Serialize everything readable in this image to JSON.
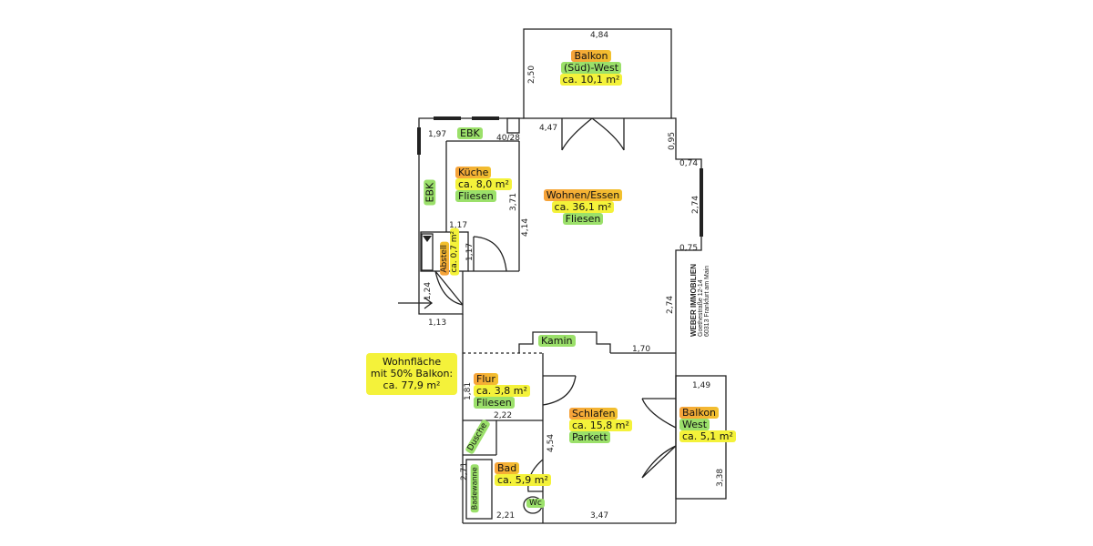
{
  "rooms": {
    "balkon_sued_west": {
      "name": "Balkon",
      "sub": "(Süd)-West",
      "area": "ca. 10,1 m²"
    },
    "kueche": {
      "name": "Küche",
      "area": "ca. 8,0 m²",
      "floor": "Fliesen",
      "ebk_top": "EBK",
      "ebk_side": "EBK"
    },
    "wohnen": {
      "name": "Wohnen/Essen",
      "area": "ca. 36,1 m²",
      "floor": "Fliesen"
    },
    "abstell": {
      "name": "Abstell",
      "area": "ca. 0,7 m²"
    },
    "flur": {
      "name": "Flur",
      "area": "ca. 3,8 m²",
      "floor": "Fliesen"
    },
    "schlafen": {
      "name": "Schlafen",
      "area": "ca. 15,8 m²",
      "floor": "Parkett"
    },
    "balkon_west": {
      "name": "Balkon",
      "sub": "West",
      "area": "ca. 5,1 m²"
    },
    "bad": {
      "name": "Bad",
      "area": "ca. 5,9 m²",
      "dusche": "Dusche",
      "badewanne": "Badewanne",
      "wc": "Wc"
    },
    "kamin": "Kamin"
  },
  "summary": {
    "line1": "Wohnfläche",
    "line2": "mit 50% Balkon:",
    "line3": "ca. 77,9 m²"
  },
  "dimensions": {
    "balkon_width": "4,84",
    "balkon_depth": "2,50",
    "wohnen_top": "4,47",
    "kueche_top": "1,97",
    "kueche_small": "40/28",
    "right_095": "0,95",
    "right_074": "0,74",
    "right_274a": "2,74",
    "right_075": "0,75",
    "kueche_371": "3,71",
    "wohn_414": "4,14",
    "abstell_117a": "1,17",
    "abstell_117b": "1,17",
    "entry_124": "1,24",
    "entry_113": "1,13",
    "right_274b": "2,74",
    "kamin_170": "1,70",
    "balkon_west_149": "1,49",
    "flur_181": "1,81",
    "flur_222": "2,22",
    "schlafen_454": "4,54",
    "bad_271": "2,71",
    "bad_221": "2,21",
    "schlafen_347": "3,47",
    "balkon_west_338": "3,38"
  },
  "company": {
    "brand": "WEBER IMMOBILIEN",
    "street": "Goethestraße 12-14",
    "city": "60313 Frankfurt am Main"
  },
  "colors": {
    "orange": "#f6a23a",
    "yellow": "#f4f23a",
    "green": "#9be06a",
    "wall": "#222222"
  }
}
